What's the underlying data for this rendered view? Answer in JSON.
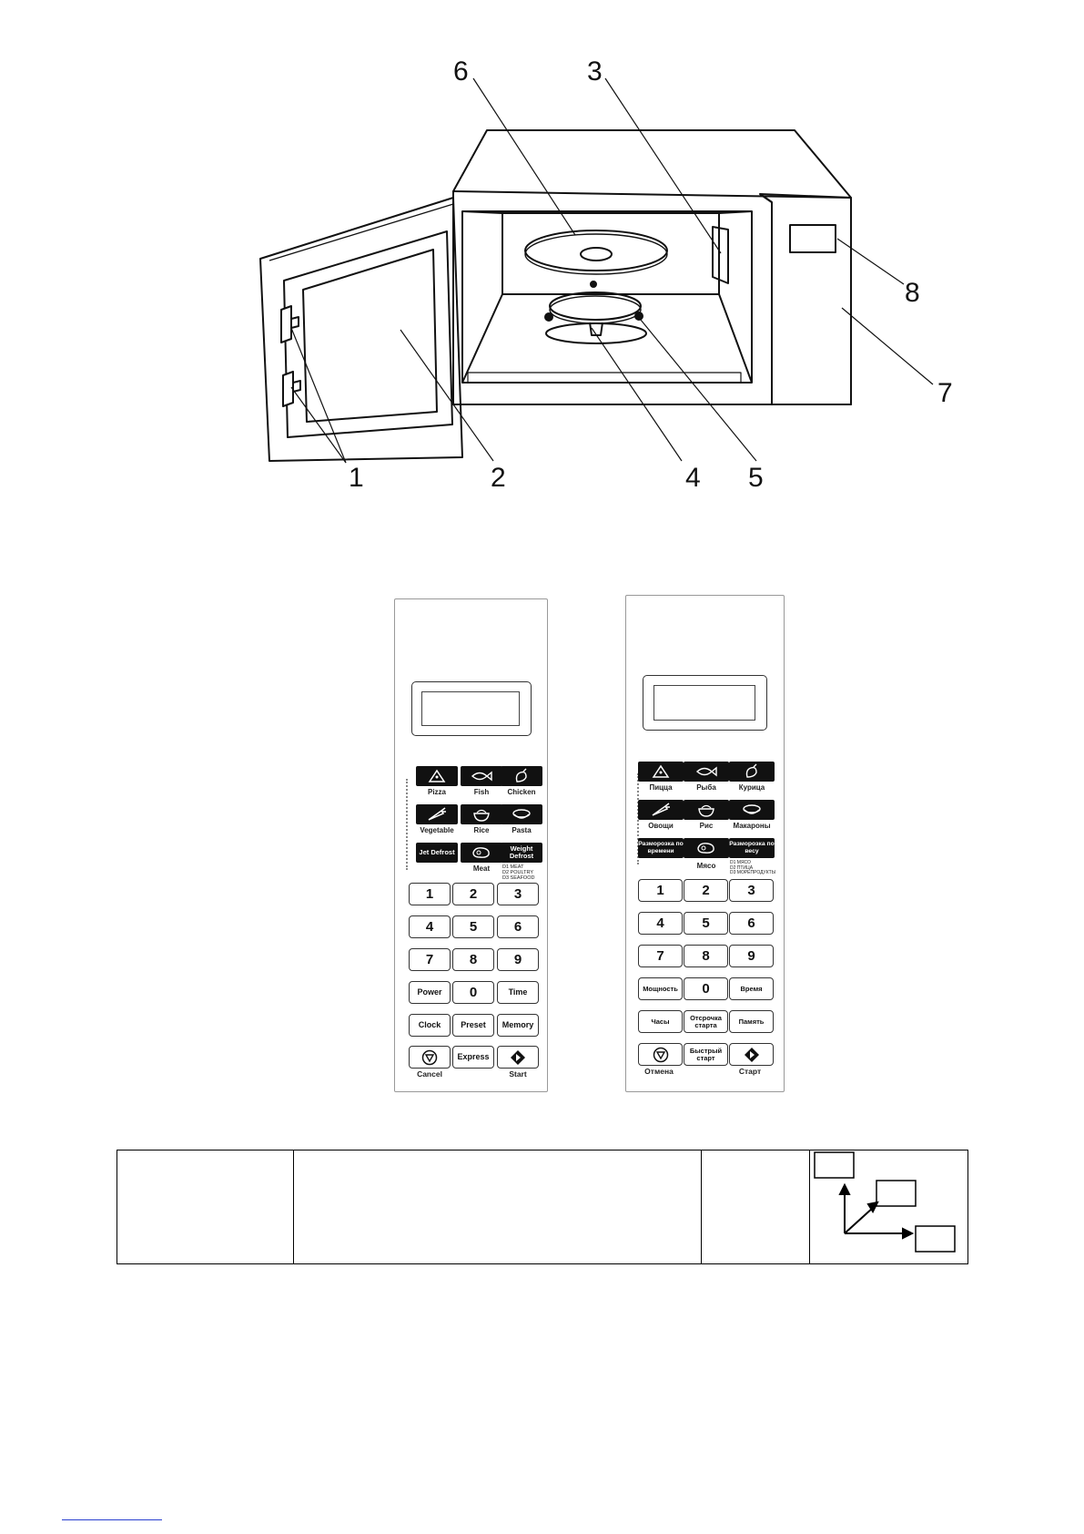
{
  "diagram": {
    "callouts": [
      {
        "id": "1",
        "text": "1"
      },
      {
        "id": "2",
        "text": "2"
      },
      {
        "id": "3",
        "text": "3"
      },
      {
        "id": "4",
        "text": "4"
      },
      {
        "id": "5",
        "text": "5"
      },
      {
        "id": "6",
        "text": "6"
      },
      {
        "id": "7",
        "text": "7"
      },
      {
        "id": "8",
        "text": "8"
      }
    ]
  },
  "panel_en": {
    "foods": [
      {
        "label": "Pizza",
        "icon": "pizza-icon"
      },
      {
        "label": "Fish",
        "icon": "fish-icon"
      },
      {
        "label": "Chicken",
        "icon": "chicken-icon"
      },
      {
        "label": "Vegetable",
        "icon": "carrot-icon"
      },
      {
        "label": "Rice",
        "icon": "rice-bowl-icon"
      },
      {
        "label": "Pasta",
        "icon": "pasta-bowl-icon"
      }
    ],
    "jet_defrost": "Jet Defrost",
    "meat": "Meat",
    "weight_defrost": "Weight Defrost",
    "weight_sub": [
      "D1 MEAT",
      "D2 POULTRY",
      "D3 SEAFOOD"
    ],
    "digits": [
      "1",
      "2",
      "3",
      "4",
      "5",
      "6",
      "7",
      "8",
      "9"
    ],
    "power": "Power",
    "zero": "0",
    "time": "Time",
    "clock": "Clock",
    "preset": "Preset",
    "memory": "Memory",
    "express": "Express",
    "cancel": "Cancel",
    "start": "Start"
  },
  "panel_ru": {
    "foods": [
      {
        "label": "Пицца",
        "icon": "pizza-icon"
      },
      {
        "label": "Рыба",
        "icon": "fish-icon"
      },
      {
        "label": "Курица",
        "icon": "chicken-icon"
      },
      {
        "label": "Овощи",
        "icon": "carrot-icon"
      },
      {
        "label": "Рис",
        "icon": "rice-bowl-icon"
      },
      {
        "label": "Макароны",
        "icon": "pasta-bowl-icon"
      }
    ],
    "jet_defrost": "Разморозка по времени",
    "meat": "Мясо",
    "weight_defrost": "Разморозка по весу",
    "weight_sub": [
      "D1 МЯСО",
      "D2 ПТИЦА",
      "D3 МОРЕПРОДУКТЫ"
    ],
    "digits": [
      "1",
      "2",
      "3",
      "4",
      "5",
      "6",
      "7",
      "8",
      "9"
    ],
    "power": "Мощность",
    "zero": "0",
    "time": "Время",
    "clock": "Часы",
    "preset": "Отсрочка старта",
    "memory": "Память",
    "express": "Быстрый старт",
    "cancel": "Отмена",
    "start": "Старт"
  }
}
